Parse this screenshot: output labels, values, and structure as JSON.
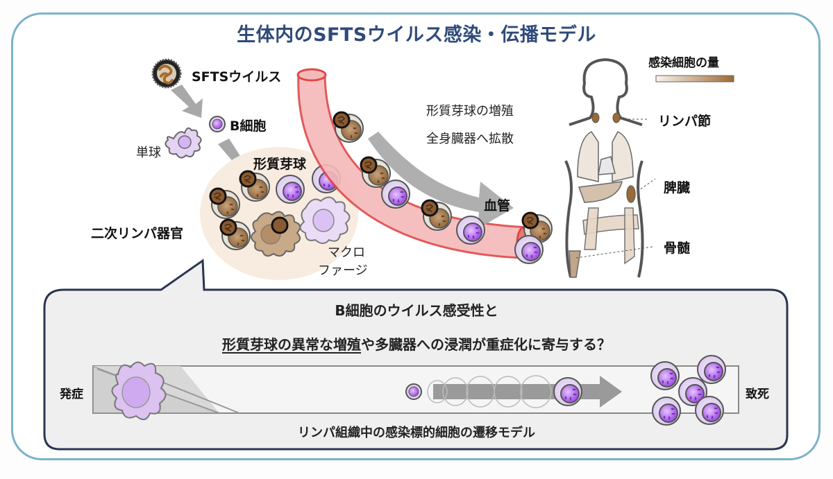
{
  "title": "生体内のSFTSウイルス感染・伝播モデル",
  "labels": {
    "virus": "SFTSウイルス",
    "b_cell": "B細胞",
    "monocyte": "単球",
    "plasmablast": "形質芽球",
    "secondary_lymphoid": "二次リンパ器官",
    "macrophage_line1": "マクロ",
    "macrophage_line2": "ファージ",
    "spread_line1": "形質芽球の増殖",
    "spread_line2": "全身臓器へ拡散",
    "blood_vessel": "血管"
  },
  "body_map": {
    "legend_title": "感染細胞の量",
    "legend_gradient": [
      "#f6f1ea",
      "#9c6a35"
    ],
    "organs": [
      {
        "name": "リンパ節"
      },
      {
        "name": "脾臓"
      },
      {
        "name": "骨髄"
      }
    ]
  },
  "hypothesis": {
    "line1": "B細胞のウイルス感受性と",
    "line2_underlined": "形質芽球の異常な増殖",
    "line2_rest": "や多臓器への浸潤が重症化に寄与する？"
  },
  "transition_model": {
    "start_label": "発症",
    "end_label": "致死",
    "caption": "リンパ組織中の感染標的細胞の遷移モデル"
  },
  "colors": {
    "title": "#2f4a7a",
    "frame": "#7ab2c8",
    "bubble_border": "#2a3550",
    "vessel": "#f2b0b0",
    "infected_cell": "#a47a50",
    "plasmablast_nucleus": "#a855e8"
  }
}
